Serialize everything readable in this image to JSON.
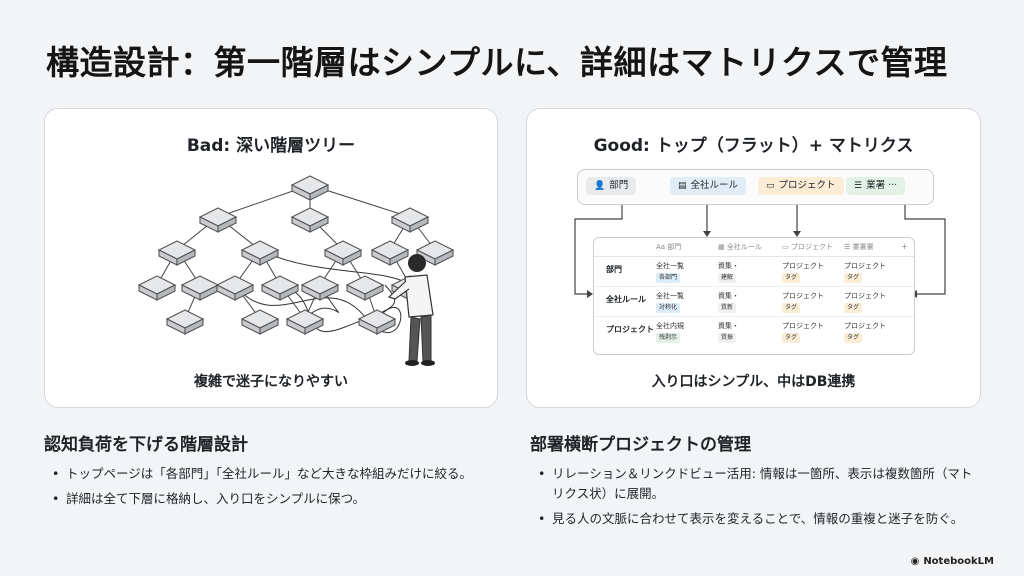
{
  "page": {
    "title": "構造設計：第一階層はシンプルに、詳細はマトリクスで管理"
  },
  "bad_panel": {
    "title": "Bad: 深い階層ツリー",
    "caption": "複雑で迷子になりやすい",
    "question_mark": "?"
  },
  "good_panel": {
    "title": "Good: トップ（フラット）+ マトリクス",
    "caption": "入り口はシンプル、中はDB連携",
    "top_pills": [
      {
        "label": "部門",
        "icon": "person-icon",
        "color": "#e9eaec"
      },
      {
        "label": "全社ルール",
        "icon": "document-icon",
        "color": "#e1ecf7"
      },
      {
        "label": "プロジェクト",
        "icon": "briefcase-icon",
        "color": "#fbecd6"
      },
      {
        "label": "業署 ···",
        "icon": "list-icon",
        "color": "#e3f1e7"
      }
    ],
    "table": {
      "headers": [
        "Aa 部門",
        "▦ 全社ルール",
        "▭ プロジェクト",
        "☰ 業署署"
      ],
      "plus": "+",
      "rows": [
        {
          "label": "部門",
          "cells": [
            {
              "text": "全社一覧",
              "tag": "各部門",
              "tag_color": "#dcebf8"
            },
            {
              "text": "資集・",
              "tag": "建解",
              "tag_color": "#f0f0f0"
            },
            {
              "text": "プロジェクト",
              "tag": "タグ",
              "tag_color": "#fbecd6"
            },
            {
              "text": "プロジェクト",
              "tag": "タグ",
              "tag_color": "#fbecd6"
            }
          ]
        },
        {
          "label": "全社ルール",
          "cells": [
            {
              "text": "全社一覧",
              "tag": "対称化",
              "tag_color": "#dcebf8"
            },
            {
              "text": "資集・",
              "tag": "質新",
              "tag_color": "#f0f0f0"
            },
            {
              "text": "プロジェクト",
              "tag": "タグ",
              "tag_color": "#fbecd6"
            },
            {
              "text": "プロジェクト",
              "tag": "タグ",
              "tag_color": "#fbecd6"
            }
          ]
        },
        {
          "label": "プロジェクト",
          "cells": [
            {
              "text": "全社内規",
              "tag": "残剥示",
              "tag_color": "#e3f1e7"
            },
            {
              "text": "資集・",
              "tag": "質振",
              "tag_color": "#f0f0f0"
            },
            {
              "text": "プロジェクト",
              "tag": "タグ",
              "tag_color": "#fbecd6"
            },
            {
              "text": "プロジェクト",
              "tag": "タグ",
              "tag_color": "#fbecd6"
            }
          ]
        }
      ]
    }
  },
  "left_section": {
    "heading": "認知負荷を下げる階層設計",
    "bullets": [
      "トップページは「各部門」「全社ルール」など大きな枠組みだけに絞る。",
      "詳細は全て下層に格納し、入り口をシンプルに保つ。"
    ]
  },
  "right_section": {
    "heading": "部署横断プロジェクトの管理",
    "bullets": [
      "リレーション＆リンクドビュー活用: 情報は一箇所、表示は複数箇所（マトリクス状）に展開。",
      "見る人の文脈に合わせて表示を変えることで、情報の重複と迷子を防ぐ。"
    ]
  },
  "footer": {
    "brand": "NotebookLM",
    "brand_icon": "notebooklm-logo-icon"
  }
}
